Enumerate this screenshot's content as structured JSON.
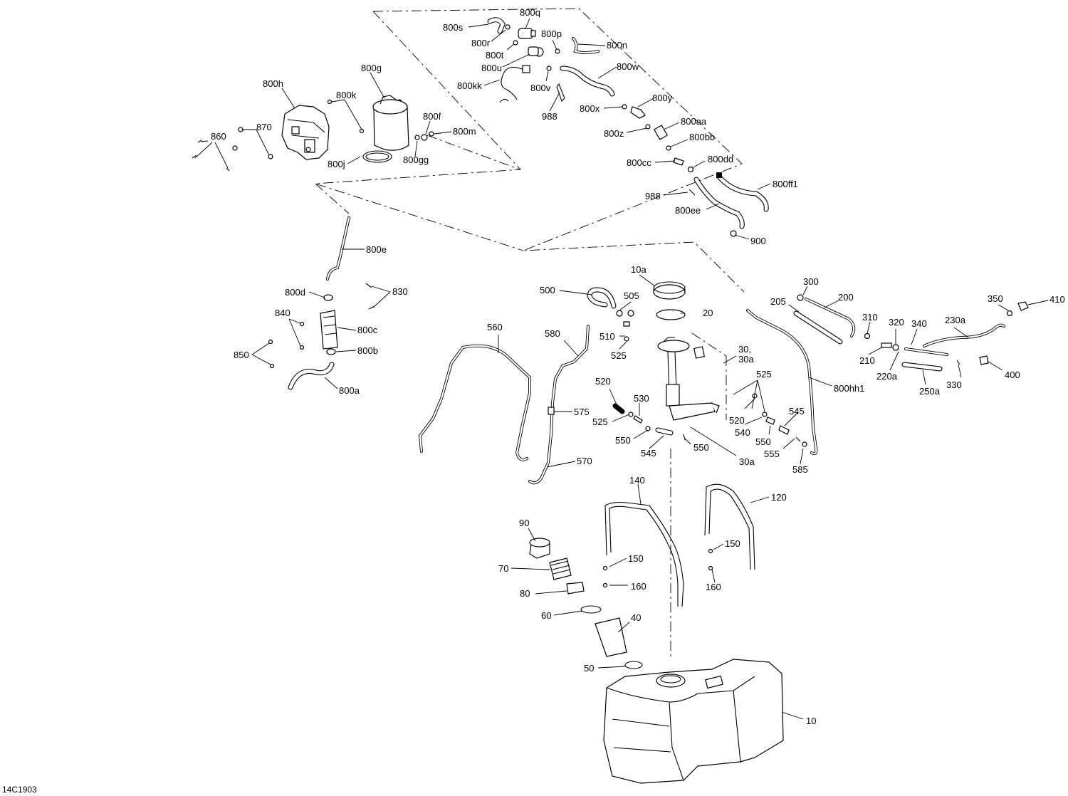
{
  "diagram_id": "14C1903",
  "callouts": {
    "c800s": "800s",
    "c800q": "800q",
    "c800r": "800r",
    "c800p": "800p",
    "c800t": "800t",
    "c800n": "800n",
    "c800u": "800u",
    "c800w": "800w",
    "c800kk": "800kk",
    "c800v": "800v",
    "c988a": "988",
    "c800x": "800x",
    "c800y": "800y",
    "c800g": "800g",
    "c800h": "800h",
    "c800k": "800k",
    "c800f": "800f",
    "c800m": "800m",
    "c870": "870",
    "c860": "860",
    "c800j": "800j",
    "c800gg": "800gg",
    "c800aa": "800aa",
    "c800z": "800z",
    "c800bb": "800bb",
    "c800cc": "800cc",
    "c800dd": "800dd",
    "c988b": "988",
    "c800ff1": "800ff1",
    "c800ee": "800ee",
    "c900": "900",
    "c800e": "800e",
    "c800d": "800d",
    "c830": "830",
    "c840": "840",
    "c800c": "800c",
    "c850": "850",
    "c800b": "800b",
    "c800a": "800a",
    "c10a": "10a",
    "c500": "500",
    "c505": "505",
    "c20": "20",
    "c510": "510",
    "c525a": "525",
    "c560": "560",
    "c580": "580",
    "c30": "30,",
    "c30a1": "30a",
    "c520a": "520",
    "c530": "530",
    "c525b": "525",
    "c575": "575",
    "c550a": "550",
    "c545a": "545",
    "c550b": "550",
    "c30a2": "30a",
    "c570": "570",
    "c525c": "525",
    "c520b": "520",
    "c545b": "545",
    "c540": "540",
    "c550c": "550",
    "c555": "555",
    "c585": "585",
    "c800hh1": "800hh1",
    "c205": "205",
    "c300": "300",
    "c200": "200",
    "c310": "310",
    "c320": "320",
    "c340": "340",
    "c230a": "230a",
    "c350": "350",
    "c410": "410",
    "c210": "210",
    "c220a": "220a",
    "c250a": "250a",
    "c330": "330",
    "c400": "400",
    "c140": "140",
    "c120": "120",
    "c90": "90",
    "c70": "70",
    "c150a": "150",
    "c150b": "150",
    "c160a": "160",
    "c160b": "160",
    "c80": "80",
    "c60": "60",
    "c40": "40",
    "c50": "50",
    "c10": "10"
  }
}
